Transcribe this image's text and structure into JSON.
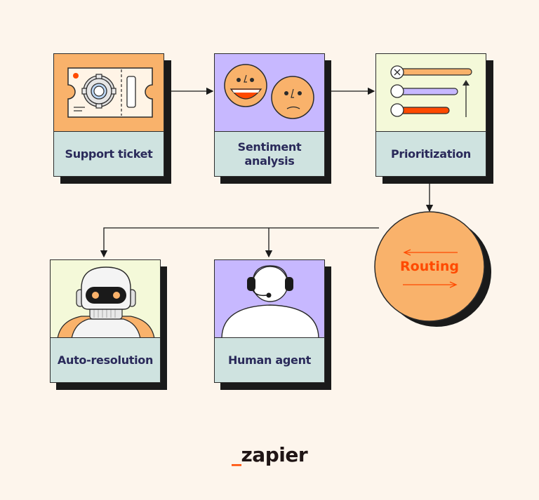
{
  "nodes": {
    "support_ticket": "Support ticket",
    "sentiment_analysis_1": "Sentiment",
    "sentiment_analysis_2": "analysis",
    "prioritization": "Prioritization",
    "routing": "Routing",
    "auto_resolution": "Auto-resolution",
    "human_agent": "Human agent"
  },
  "brand": {
    "prefix": "_",
    "name": "zapier"
  },
  "colors": {
    "background": "#fdf5ec",
    "orange": "#f9b26b",
    "purple": "#c7b8ff",
    "light_green": "#f4f9d9",
    "teal_label": "#cfe3e0",
    "accent": "#ff4a00",
    "navy_text": "#2a2a5a"
  }
}
